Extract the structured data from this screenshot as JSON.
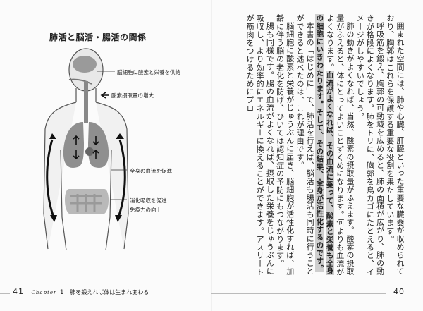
{
  "left_page": {
    "figure_title": "肺活と脳活・腸活の関係",
    "labels": {
      "brain": "脳細胞に酸素と栄養を供給",
      "oxygen": "酸素摂取量の増大",
      "blood": "全身の血流を促進",
      "digest": "消化吸収を促進",
      "immune": "免疫力の向上"
    },
    "page_number": "41",
    "chapter_en": "Chapter",
    "chapter_num": "1",
    "chapter_title": "肺を鍛えれば体は生まれ変わる"
  },
  "right_page": {
    "page_number": "40",
    "paragraphs": [
      {
        "before": "囲まれた空間には、肺や心臓、肝臓といった重要な臓器が収められており、胸郭はこれらを保護する重要な役割を果たしています。",
        "highlight": "",
        "after": ""
      },
      {
        "before": "呼吸筋を鍛え、胸郭の可動域を広めると、肺の面積が広がり、肺の動きが格段によくなります。肺をトリに、胸郭を鳥カゴにたとえると、イメージがしやすいでしょう。",
        "highlight": "",
        "after": ""
      },
      {
        "before": "肺の動きがよくなれば、当然、酸素の摂取量がふえます。酸素の摂取量がふえると、体にとってよいことずくめになります。何よりも血流がよくなります。",
        "highlight": "血流がよくなれば、その血流に乗って、酸素と栄養も全身の細胞にいきわたります。そして、その結果、全身が活性化するのです。",
        "after": ""
      },
      {
        "before": "本書の「はじめに」で、肺活を行えば、脳活も腸活も同時に行うことができると述べたのは、これが理由です。",
        "highlight": "",
        "after": ""
      },
      {
        "before": "脳細胞に酸素と栄養がじゅうぶんに届き、脳細胞が活性化すれば、加齢に伴う脳の老化を防げ、ひいては認知症の予防にもつながります。",
        "highlight": "",
        "after": ""
      },
      {
        "before": "腸も同様です。腸の血流がよくなれば、摂取した栄養をじゅうぶんに吸収し、より効率的にエネルギーに換えることができます。アスリートが筋肉をつけるためにプロ",
        "highlight": "",
        "after": ""
      }
    ]
  }
}
